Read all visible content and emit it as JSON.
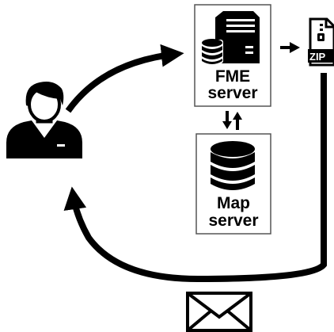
{
  "fme_server": {
    "label_line1": "FME",
    "label_line2": "server"
  },
  "map_server": {
    "label_line1": "Map",
    "label_line2": "server"
  },
  "zip_file": {
    "label": "ZIP"
  },
  "icons": {
    "user": "user-icon",
    "server_tower": "server-tower-icon",
    "database": "database-icon",
    "zip": "zip-file-icon",
    "envelope": "envelope-icon",
    "bidirectional_arrows": "up-down-arrows-icon"
  }
}
